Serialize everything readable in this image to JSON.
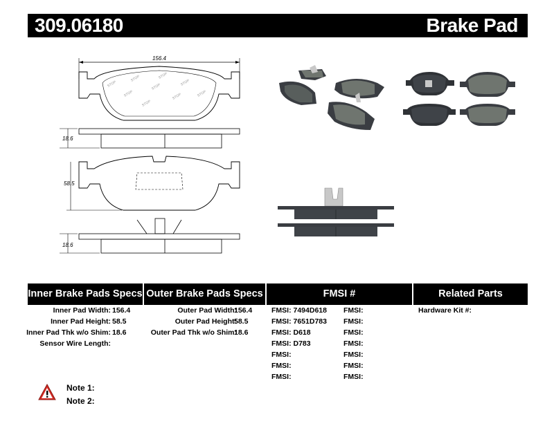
{
  "header": {
    "part_number": "309.06180",
    "product_type": "Brake Pad"
  },
  "drawing": {
    "dim_width": "156.4",
    "dim_thickness_top": "18.6",
    "dim_height": "58.5",
    "dim_thickness_bottom": "18.6"
  },
  "sections": {
    "inner": "Inner Brake Pads Specs",
    "outer": "Outer Brake Pads Specs",
    "fmsi": "FMSI #",
    "related": "Related Parts"
  },
  "inner_specs": [
    {
      "label": "Inner Pad Width:",
      "value": "156.4"
    },
    {
      "label": "Inner Pad Height:",
      "value": "58.5"
    },
    {
      "label": "Inner Pad Thk w/o Shim:",
      "value": "18.6"
    },
    {
      "label": "Sensor Wire Length:",
      "value": ""
    }
  ],
  "outer_specs": [
    {
      "label": "Outer Pad Width:",
      "value": "156.4"
    },
    {
      "label": "Outer Pad Height:",
      "value": "58.5"
    },
    {
      "label": "Outer Pad Thk w/o Shim:",
      "value": "18.6"
    }
  ],
  "fmsi_left": [
    {
      "label": "FMSI:",
      "value": "7494D618"
    },
    {
      "label": "FMSI:",
      "value": "7651D783"
    },
    {
      "label": "FMSI:",
      "value": "D618"
    },
    {
      "label": "FMSI:",
      "value": "D783"
    },
    {
      "label": "FMSI:",
      "value": ""
    },
    {
      "label": "FMSI:",
      "value": ""
    },
    {
      "label": "FMSI:",
      "value": ""
    }
  ],
  "fmsi_right": [
    {
      "label": "FMSI:",
      "value": ""
    },
    {
      "label": "FMSI:",
      "value": ""
    },
    {
      "label": "FMSI:",
      "value": ""
    },
    {
      "label": "FMSI:",
      "value": ""
    },
    {
      "label": "FMSI:",
      "value": ""
    },
    {
      "label": "FMSI:",
      "value": ""
    },
    {
      "label": "FMSI:",
      "value": ""
    }
  ],
  "related": [
    {
      "label": "Hardware Kit #:",
      "value": ""
    }
  ],
  "notes": {
    "note1": "Note 1:",
    "note2": "Note 2:"
  },
  "colors": {
    "header_bg": "#000000",
    "pad_friction": "#6f756f",
    "backing_plate": "#3a3d42",
    "warning_red": "#d42a23"
  }
}
